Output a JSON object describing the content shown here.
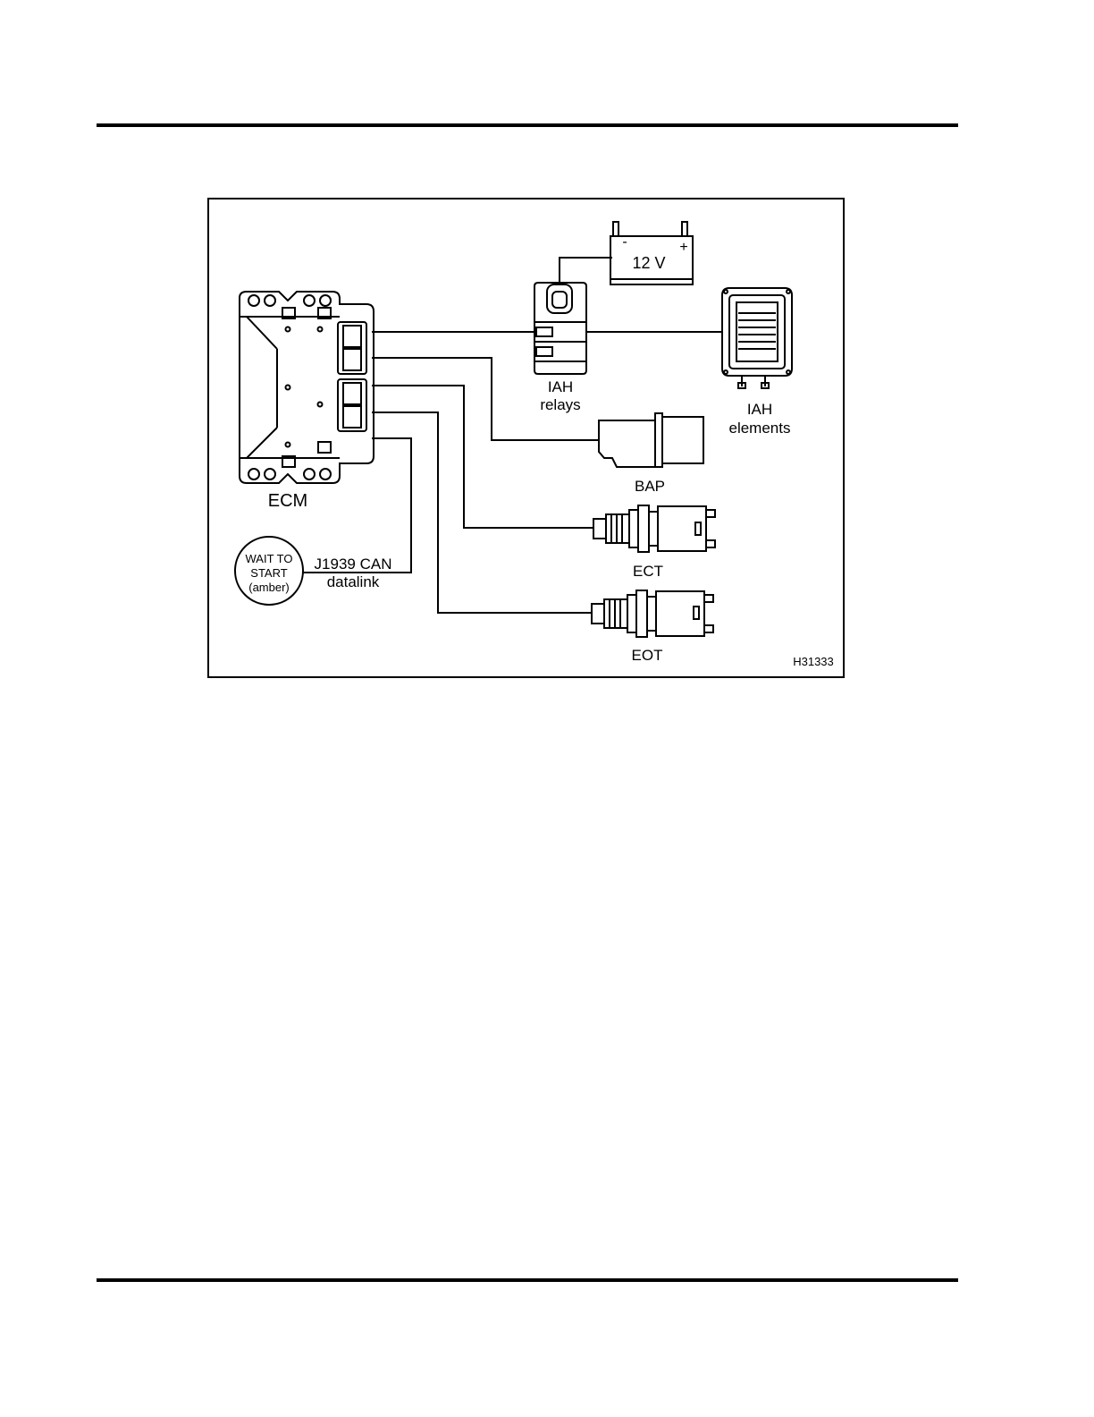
{
  "figure": {
    "id": "H31333",
    "labels": {
      "battery": "12 V",
      "battery_minus": "-",
      "battery_plus": "+",
      "iah_relays_line1": "IAH",
      "iah_relays_line2": "relays",
      "iah_elements_line1": "IAH",
      "iah_elements_line2": "elements",
      "ecm": "ECM",
      "bap": "BAP",
      "ect": "ECT",
      "eot": "EOT",
      "lamp_line1": "WAIT TO",
      "lamp_line2": "START",
      "lamp_line3": "(amber)",
      "can_line1": "J1939 CAN",
      "can_line2": "datalink"
    }
  }
}
